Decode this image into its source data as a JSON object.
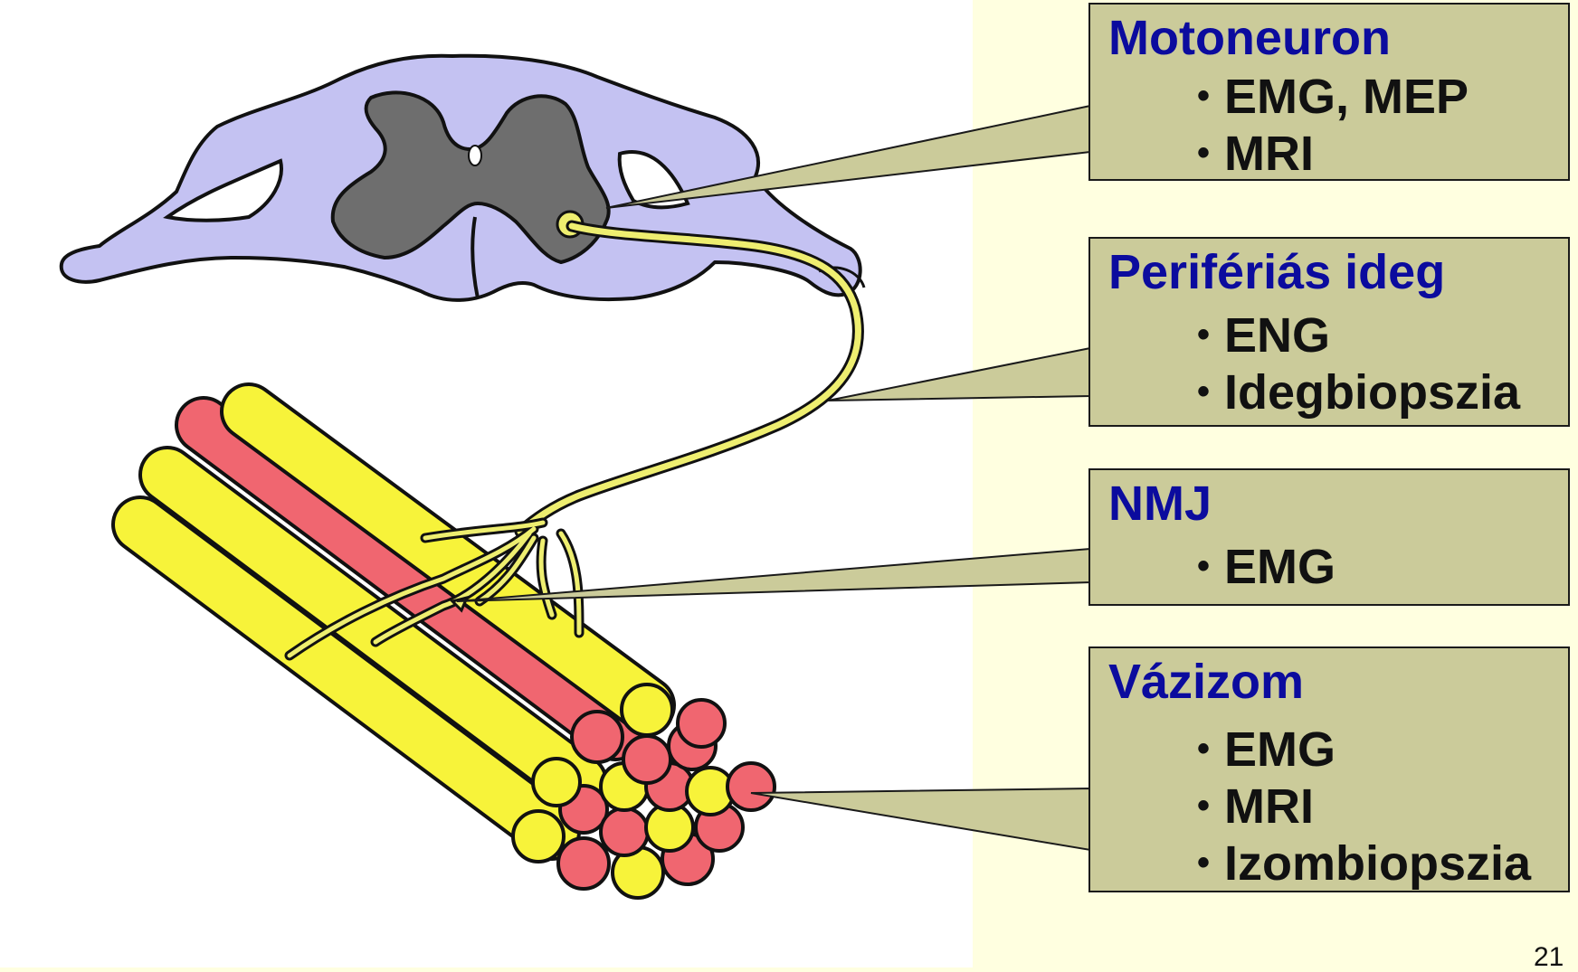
{
  "colors": {
    "background": "#FFFFE0",
    "callout_fill": "#CBCB9A",
    "callout_title": "#0B0B9E",
    "callout_text": "#111111",
    "spinal_cord": "#C4C2F2",
    "gray_matter": "#6E6E6E",
    "nerve": "#EEEE70",
    "muscle_fiber_yellow": "#F7F33A",
    "muscle_fiber_red": "#F06670"
  },
  "icons": {
    "bullet": "•"
  },
  "callouts": [
    {
      "title": "Motoneuron",
      "items": [
        "EMG, MEP",
        "MRI"
      ]
    },
    {
      "title": "Perifériás ideg",
      "items": [
        "ENG",
        "Idegbiopszia"
      ]
    },
    {
      "title": "NMJ",
      "items": [
        "EMG"
      ]
    },
    {
      "title": "Vázizom",
      "items": [
        "EMG",
        "MRI",
        "Izombiopszia"
      ]
    }
  ],
  "page_number": "21"
}
